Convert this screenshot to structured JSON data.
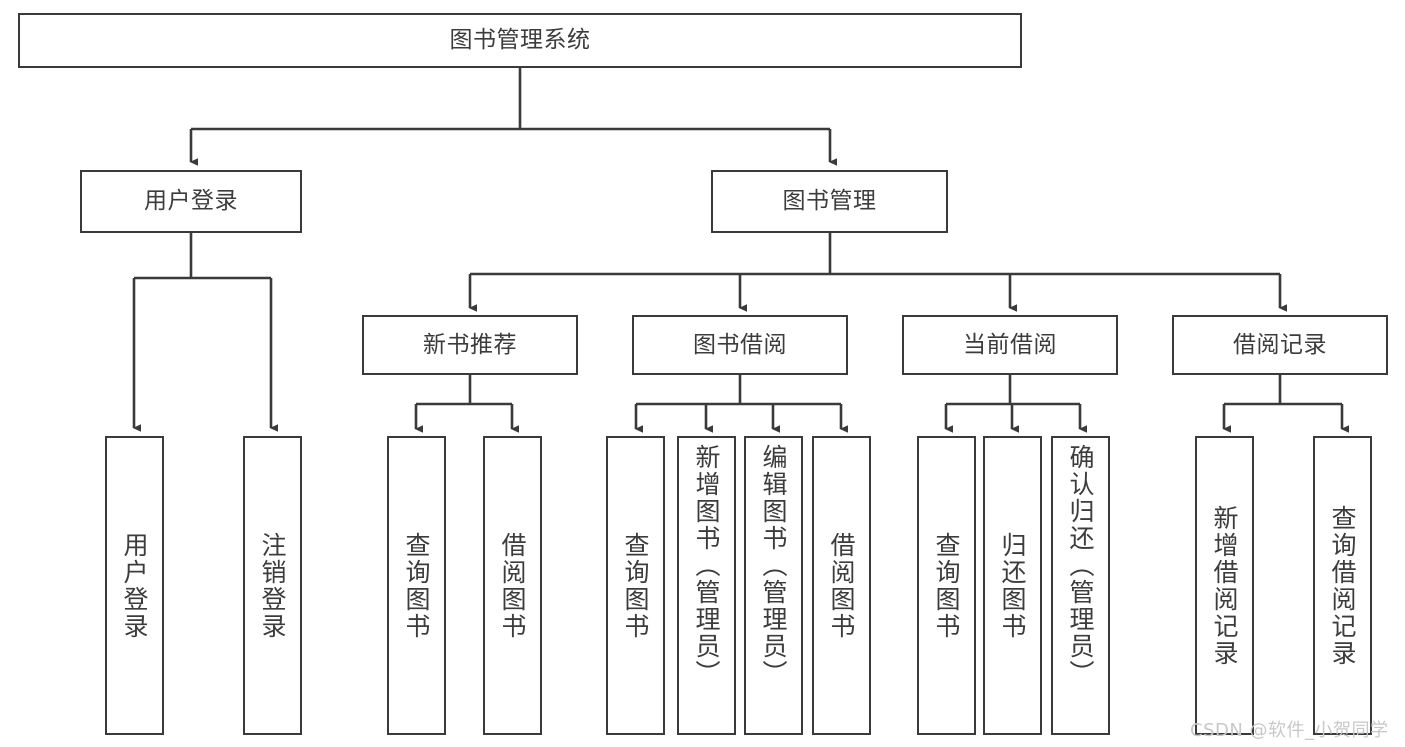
{
  "diagram": {
    "type": "hierarchy-tree",
    "title": "图书管理系统",
    "levels": 4,
    "stroke_color": "#3a3a3a",
    "text_color": "#3c3c3c",
    "background_color": "#ffffff"
  },
  "nodes": {
    "root": {
      "label": "图书管理系统"
    },
    "level2": [
      {
        "label": "用户登录"
      },
      {
        "label": "图书管理"
      }
    ],
    "level3": [
      {
        "label": "新书推荐"
      },
      {
        "label": "图书借阅"
      },
      {
        "label": "当前借阅"
      },
      {
        "label": "借阅记录"
      }
    ],
    "leaves": {
      "user_login": [
        {
          "label": "用户登录"
        },
        {
          "label": "注销登录"
        }
      ],
      "new_book_recommend": [
        {
          "label": "查询图书"
        },
        {
          "label": "借阅图书"
        }
      ],
      "book_borrow": [
        {
          "label": "查询图书"
        },
        {
          "label": "新增图书（管理员）"
        },
        {
          "label": "编辑图书（管理员）"
        },
        {
          "label": "借阅图书"
        }
      ],
      "current_borrow": [
        {
          "label": "查询图书"
        },
        {
          "label": "归还图书"
        },
        {
          "label": "确认归还（管理员）"
        }
      ],
      "borrow_record": [
        {
          "label": "新增借阅记录"
        },
        {
          "label": "查询借阅记录"
        }
      ]
    }
  },
  "watermark": {
    "text": "CSDN @软件_小贺同学"
  }
}
